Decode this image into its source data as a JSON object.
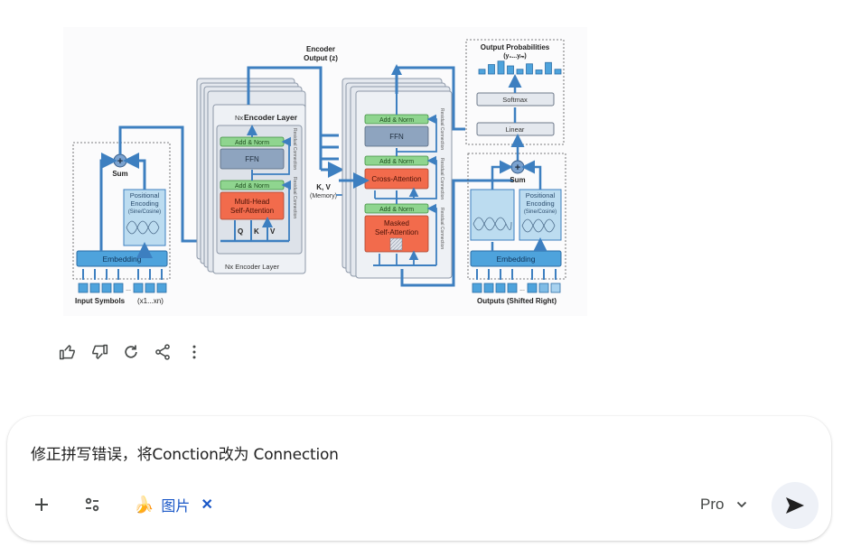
{
  "diagram": {
    "encoder_output_label": "Encoder",
    "encoder_output_label2": "Output (z)",
    "encoder_layer_title_prefix": "Nx",
    "encoder_layer_title": "Encoder Layer",
    "encoder_layer_footer": "Nx Encoder Layer",
    "add_norm": "Add & Norm",
    "ffn": "FFN",
    "multi_head_1": "Multi-Head",
    "multi_head_2": "Self-Attention",
    "q": "Q",
    "k": "K",
    "v": "V",
    "residual": "Residual Connection",
    "kv_label": "K, V",
    "kv_memory": "(Memory)",
    "cross_attention": "Cross-Attention",
    "masked_1": "Masked",
    "masked_2": "Self-Attention",
    "sum": "Sum",
    "pos_enc_1": "Positional",
    "pos_enc_2": "Encoding",
    "pos_enc_3": "(Sine/Cosine)",
    "embedding": "Embedding",
    "input_symbols": "Input Symbols",
    "input_symbols_range": "(x1...xn)",
    "outputs_shifted": "Outputs (Shifted Right)",
    "output_probs": "Output Probabilities",
    "output_probs_range": "(y₁...yₘ)",
    "softmax": "Softmax",
    "linear": "Linear",
    "ellipsis": "...",
    "prob_bars": [
      0.35,
      0.7,
      0.95,
      0.6,
      0.35,
      0.75,
      0.3,
      0.85,
      0.35
    ],
    "colors": {
      "blue": "#3d7fc0",
      "green": "#8fd58f",
      "ffn": "#8ea4bf",
      "attention": "#f26b4c",
      "embedding": "#4ea3dc",
      "pos_enc": "#bcdcf0",
      "panel": "#e9edf2"
    }
  },
  "actions": {
    "thumbs_up": "thumbs-up",
    "thumbs_down": "thumbs-down",
    "regenerate": "regenerate",
    "share": "share",
    "more": "more"
  },
  "composer": {
    "text": "修正拼写错误，将Conction改为 Connection",
    "chip_icon": "🍌",
    "chip_label": "图片",
    "chip_close": "✕",
    "model": "Pro"
  }
}
